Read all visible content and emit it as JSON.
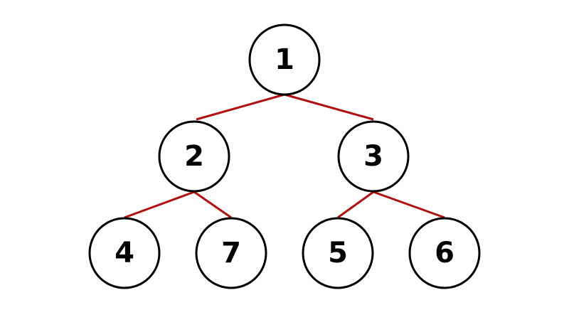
{
  "colors": {
    "edge": "#b01010",
    "node_stroke": "#000000",
    "node_fill": "#ffffff",
    "label": "#000000"
  },
  "tree": {
    "nodes": [
      {
        "id": "n1",
        "label": "1"
      },
      {
        "id": "n2",
        "label": "2"
      },
      {
        "id": "n3",
        "label": "3"
      },
      {
        "id": "n4",
        "label": "4"
      },
      {
        "id": "n7",
        "label": "7"
      },
      {
        "id": "n5",
        "label": "5"
      },
      {
        "id": "n6",
        "label": "6"
      }
    ],
    "edges": [
      {
        "from": "1",
        "to": "2"
      },
      {
        "from": "1",
        "to": "3"
      },
      {
        "from": "2",
        "to": "4"
      },
      {
        "from": "2",
        "to": "7"
      },
      {
        "from": "3",
        "to": "5"
      },
      {
        "from": "3",
        "to": "6"
      }
    ]
  }
}
